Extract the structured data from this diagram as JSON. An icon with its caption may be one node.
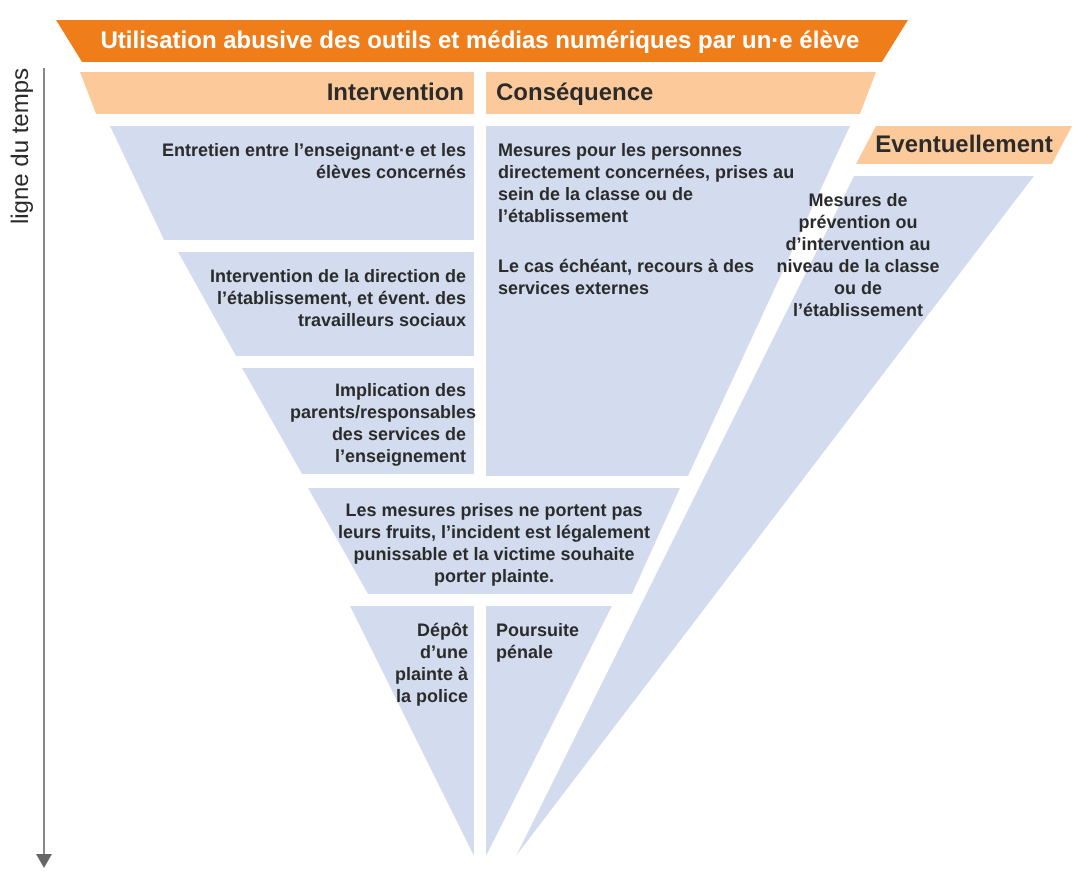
{
  "diagram": {
    "nodes": [
      {
        "text": [
          "Utilisation abusive des outils et médias numériques par un·e élève"
        ]
      },
      {
        "text": [
          "Intervention"
        ]
      },
      {
        "text": [
          "Conséquence"
        ]
      },
      {
        "text": [
          "Eventuellement"
        ]
      },
      {
        "text": [
          "Entretien entre l’enseignant·e et les élèves concernés"
        ]
      },
      {
        "text": [
          "Mesures pour les personnes directement concernées, prises au sein de la classe ou de l’établissement",
          "Le cas échéant, recours à des services externes"
        ]
      },
      {
        "text": [
          "Intervention de la direction de l’établissement, et évent. des travailleurs sociaux"
        ]
      },
      {
        "text": [
          "Implication des parents/responsables des services de l’enseignement"
        ]
      },
      {
        "text": [
          "Les mesures prises ne portent pas leurs fruits, l’incident est légalement punissable et la victime souhaite porter plainte."
        ]
      },
      {
        "text": [
          "Dépôt d’une plainte à la police"
        ]
      },
      {
        "text": [
          "Poursuite pénale"
        ]
      },
      {
        "text": [
          "Mesures de prévention ou d’intervention au niveau de la classe ou de l’établissement"
        ]
      }
    ],
    "edges": [],
    "labels": [
      "ligne du temps"
    ]
  }
}
